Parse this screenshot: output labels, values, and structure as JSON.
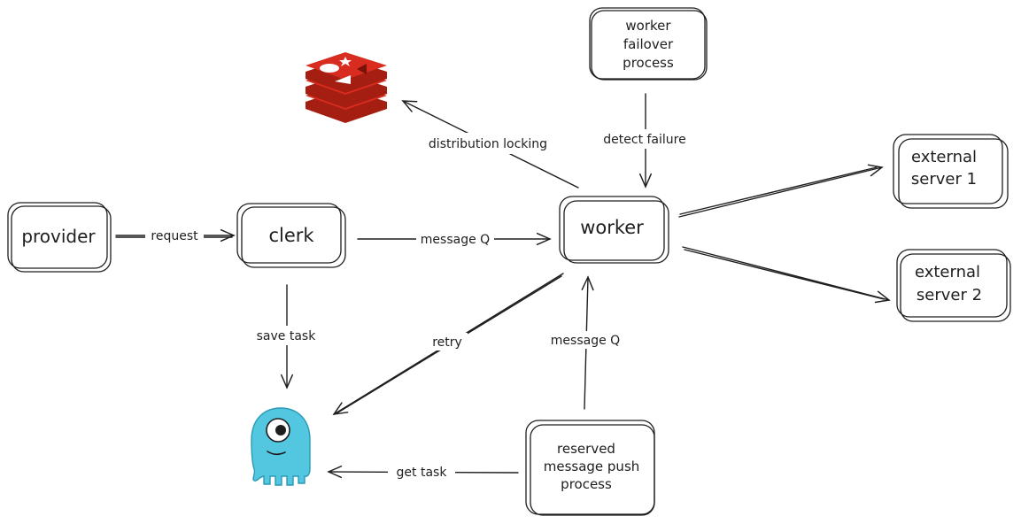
{
  "nodes": {
    "provider": "provider",
    "clerk": "clerk",
    "worker": "worker",
    "worker_failover": [
      "worker",
      "failover",
      "process"
    ],
    "external_1": [
      "external",
      "server 1"
    ],
    "external_2": [
      "external",
      "server 2"
    ],
    "reserved_push": [
      "reserved",
      "message push",
      "process"
    ]
  },
  "edges": {
    "request": "request",
    "message_q_clerk": "message Q",
    "save_task": "save task",
    "distribution_locking": "distribution locking",
    "detect_failure": "detect failure",
    "retry": "retry",
    "message_q_reserved": "message Q",
    "get_task": "get task"
  },
  "icons": {
    "redis": "redis-logo-icon",
    "scylla": "scylladb-monster-icon"
  },
  "colors": {
    "stroke": "#1e1e1e",
    "redis_dark": "#a41e11",
    "redis_light": "#d82c20",
    "scylla": "#53c6e0"
  }
}
